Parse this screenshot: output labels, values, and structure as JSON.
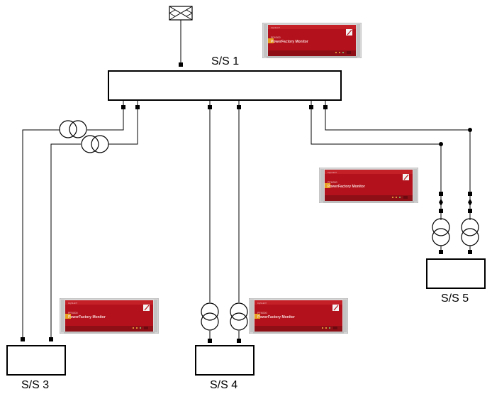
{
  "substations": {
    "ss1": "S/S 1",
    "ss3": "S/S 3",
    "ss4": "S/S 4",
    "ss5": "S/S 5"
  },
  "monitor_device": {
    "brand": "DIgSILENT",
    "product": "PowerFactory Monitor",
    "model": "PFM300",
    "accent_color": "#b3121c",
    "stripe_color": "#e8a020"
  },
  "colors": {
    "line": "#000000",
    "background": "#ffffff"
  },
  "icons": {
    "grid": "external-grid-icon",
    "transformer": "two-winding-transformer-icon",
    "breaker": "circuit-breaker-icon"
  }
}
